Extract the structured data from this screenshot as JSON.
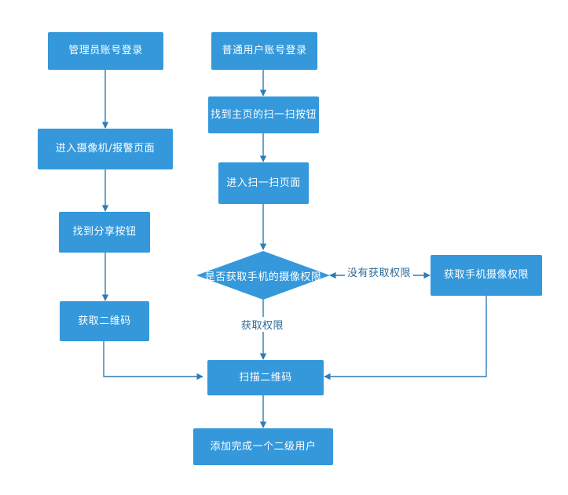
{
  "diagram": {
    "type": "flowchart",
    "title": "",
    "colors": {
      "node_fill": "#3498db",
      "node_text": "#ffffff",
      "edge_line": "#2d7cb5",
      "edge_label_text": "#2d6a96",
      "background": "#ffffff"
    },
    "nodes": [
      {
        "id": "admin_login",
        "shape": "process",
        "label": "管理员账号登录"
      },
      {
        "id": "camera_alarm_page",
        "shape": "process",
        "label": "进入摄像机/报警页面"
      },
      {
        "id": "find_share_button",
        "shape": "process",
        "label": "找到分享按钮"
      },
      {
        "id": "get_qr_code",
        "shape": "process",
        "label": "获取二维码"
      },
      {
        "id": "user_login",
        "shape": "process",
        "label": "普通用户账号登录"
      },
      {
        "id": "find_scan_button",
        "shape": "process",
        "label": "找到主页的扫一扫按钮"
      },
      {
        "id": "enter_scan_page",
        "shape": "process",
        "label": "进入扫一扫页面"
      },
      {
        "id": "camera_permission",
        "shape": "decision",
        "label": "是否获取手机的摄像权限"
      },
      {
        "id": "grant_permission",
        "shape": "process",
        "label": "获取手机摄像权限"
      },
      {
        "id": "scan_qr_code",
        "shape": "process",
        "label": "扫描二维码"
      },
      {
        "id": "add_sub_user",
        "shape": "process",
        "label": "添加完成一个二级用户"
      }
    ],
    "edges": [
      {
        "from": "admin_login",
        "to": "camera_alarm_page",
        "label": ""
      },
      {
        "from": "camera_alarm_page",
        "to": "find_share_button",
        "label": ""
      },
      {
        "from": "find_share_button",
        "to": "get_qr_code",
        "label": ""
      },
      {
        "from": "get_qr_code",
        "to": "scan_qr_code",
        "label": ""
      },
      {
        "from": "user_login",
        "to": "find_scan_button",
        "label": ""
      },
      {
        "from": "find_scan_button",
        "to": "enter_scan_page",
        "label": ""
      },
      {
        "from": "enter_scan_page",
        "to": "camera_permission",
        "label": ""
      },
      {
        "from": "camera_permission",
        "to": "grant_permission",
        "label": "没有获取权限"
      },
      {
        "from": "camera_permission",
        "to": "scan_qr_code",
        "label": "获取权限"
      },
      {
        "from": "grant_permission",
        "to": "scan_qr_code",
        "label": ""
      },
      {
        "from": "scan_qr_code",
        "to": "add_sub_user",
        "label": ""
      }
    ],
    "edge_labels": {
      "no_permission": "没有获取权限",
      "has_permission": "获取权限"
    }
  }
}
